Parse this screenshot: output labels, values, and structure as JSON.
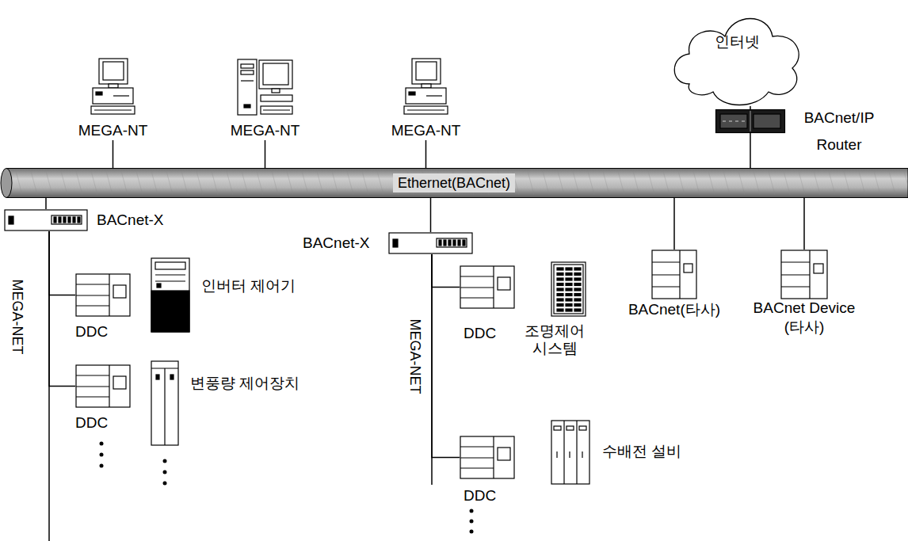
{
  "diagram": {
    "nodes": [
      {
        "text": [
          "MEGA-NT"
        ]
      },
      {
        "text": [
          "MEGA-NT"
        ]
      },
      {
        "text": [
          "MEGA-NT"
        ]
      },
      {
        "text": [
          "인터넷"
        ]
      },
      {
        "text": [
          "BACnet/IP Router"
        ]
      },
      {
        "text": [
          "Ethernet(BACnet)"
        ]
      },
      {
        "text": [
          "BACnet-X"
        ]
      },
      {
        "text": [
          "DDC"
        ]
      },
      {
        "text": [
          "인버터 제어기"
        ]
      },
      {
        "text": [
          "DDC"
        ]
      },
      {
        "text": [
          "변풍량 제어장치"
        ]
      },
      {
        "text": [
          "BACnet-X"
        ]
      },
      {
        "text": [
          "DDC"
        ]
      },
      {
        "text": [
          "조명제어 시스템"
        ]
      },
      {
        "text": [
          "DDC"
        ]
      },
      {
        "text": [
          "수배전 설비"
        ]
      },
      {
        "text": [
          "BACnet(타사)"
        ]
      },
      {
        "text": [
          "BACnet Device (타사)"
        ]
      }
    ],
    "edges": [
      {
        "from": 0,
        "to": 5,
        "arrow": "none"
      },
      {
        "from": 1,
        "to": 5,
        "arrow": "none"
      },
      {
        "from": 2,
        "to": 5,
        "arrow": "none"
      },
      {
        "from": 4,
        "to": 3,
        "arrow": "none"
      },
      {
        "from": 4,
        "to": 5,
        "arrow": "none"
      },
      {
        "from": 6,
        "to": 5,
        "arrow": "none"
      },
      {
        "from": 11,
        "to": 5,
        "arrow": "none"
      },
      {
        "from": 16,
        "to": 5,
        "arrow": "none"
      },
      {
        "from": 17,
        "to": 5,
        "arrow": "none"
      },
      {
        "from": 6,
        "to": 7,
        "arrow": "none"
      },
      {
        "from": 6,
        "to": 9,
        "arrow": "none"
      },
      {
        "from": 11,
        "to": 12,
        "arrow": "none"
      },
      {
        "from": 11,
        "to": 14,
        "arrow": "none"
      }
    ],
    "labels": [
      "MEGA-NET",
      "MEGA-NET"
    ]
  }
}
